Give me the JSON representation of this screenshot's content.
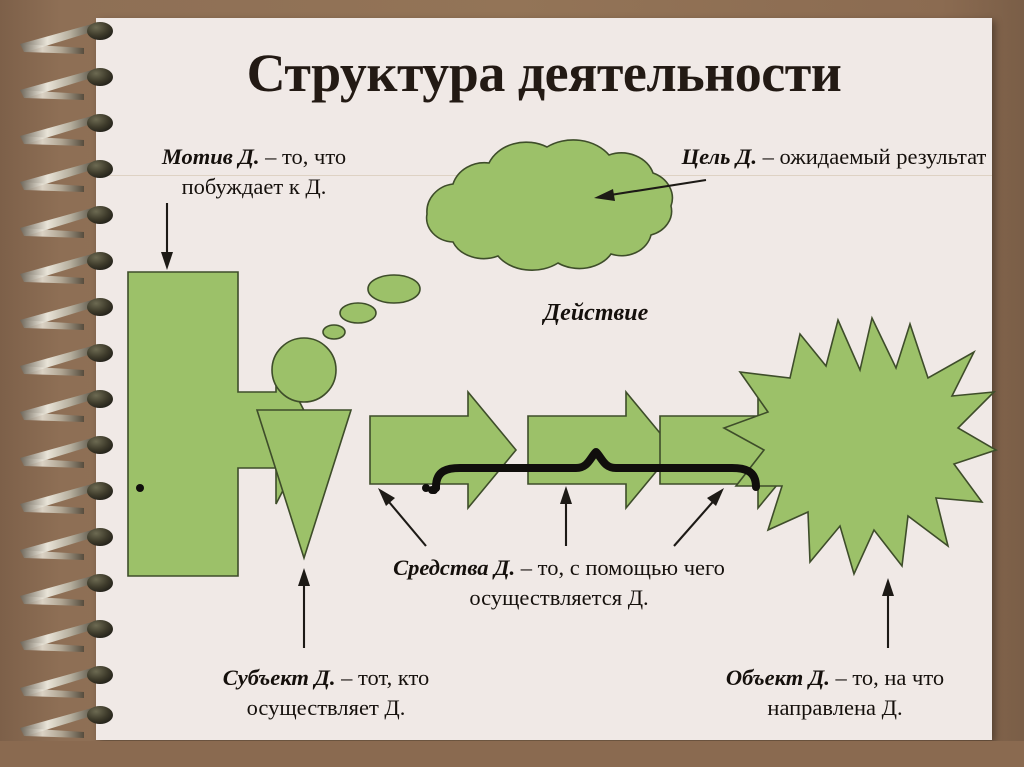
{
  "slide": {
    "title": "Структура деятельности",
    "background_color": "#f0e9e6",
    "frame_color": "#8e6f55",
    "shape_fill_color": "#9cc169",
    "shape_outline_color": "#3e4d2a",
    "text_color": "#15100c"
  },
  "labels": {
    "motiv": {
      "term": "Мотив Д.",
      "definition": " – то, что побуждает к Д."
    },
    "cel": {
      "term": "Цель Д.",
      "definition": " – ожидаемый результат"
    },
    "deistvie": {
      "term": "Действие"
    },
    "sredstva": {
      "term": "Средства Д.",
      "definition": " – то, с помощью чего осуществляется Д."
    },
    "subekt": {
      "term": "Субъект Д.",
      "definition": " – тот, кто осуществляет Д."
    },
    "obekt": {
      "term": "Объект Д.",
      "definition": " – то, на что направлена Д."
    }
  },
  "shapes": [
    {
      "name": "motive-arrow-block",
      "icon": "right-arrow-block-shape"
    },
    {
      "name": "thought-cloud",
      "icon": "cloud-callout-shape"
    },
    {
      "name": "subject-person",
      "icon": "person-figure-shape"
    },
    {
      "name": "action-arrow-1",
      "icon": "right-arrow-shape"
    },
    {
      "name": "action-arrow-2",
      "icon": "right-arrow-shape"
    },
    {
      "name": "action-arrow-3",
      "icon": "right-arrow-shape"
    },
    {
      "name": "object-starburst",
      "icon": "explosion-star-shape"
    }
  ],
  "connectors": [
    {
      "name": "motiv-to-block",
      "icon": "down-arrow-connector"
    },
    {
      "name": "cel-to-cloud",
      "icon": "left-arrow-connector"
    },
    {
      "name": "subekt-to-person",
      "icon": "up-arrow-connector"
    },
    {
      "name": "sredstva-to-arrow-1",
      "icon": "up-arrow-connector"
    },
    {
      "name": "sredstva-to-arrow-2",
      "icon": "up-arrow-connector"
    },
    {
      "name": "sredstva-to-arrow-3",
      "icon": "up-arrow-connector"
    },
    {
      "name": "obekt-to-starburst",
      "icon": "up-arrow-connector"
    },
    {
      "name": "action-brace",
      "icon": "curly-brace-shape"
    }
  ],
  "binding": {
    "name": "spiral-binding",
    "icon": "spiral-wire-icon",
    "loops": 16
  }
}
